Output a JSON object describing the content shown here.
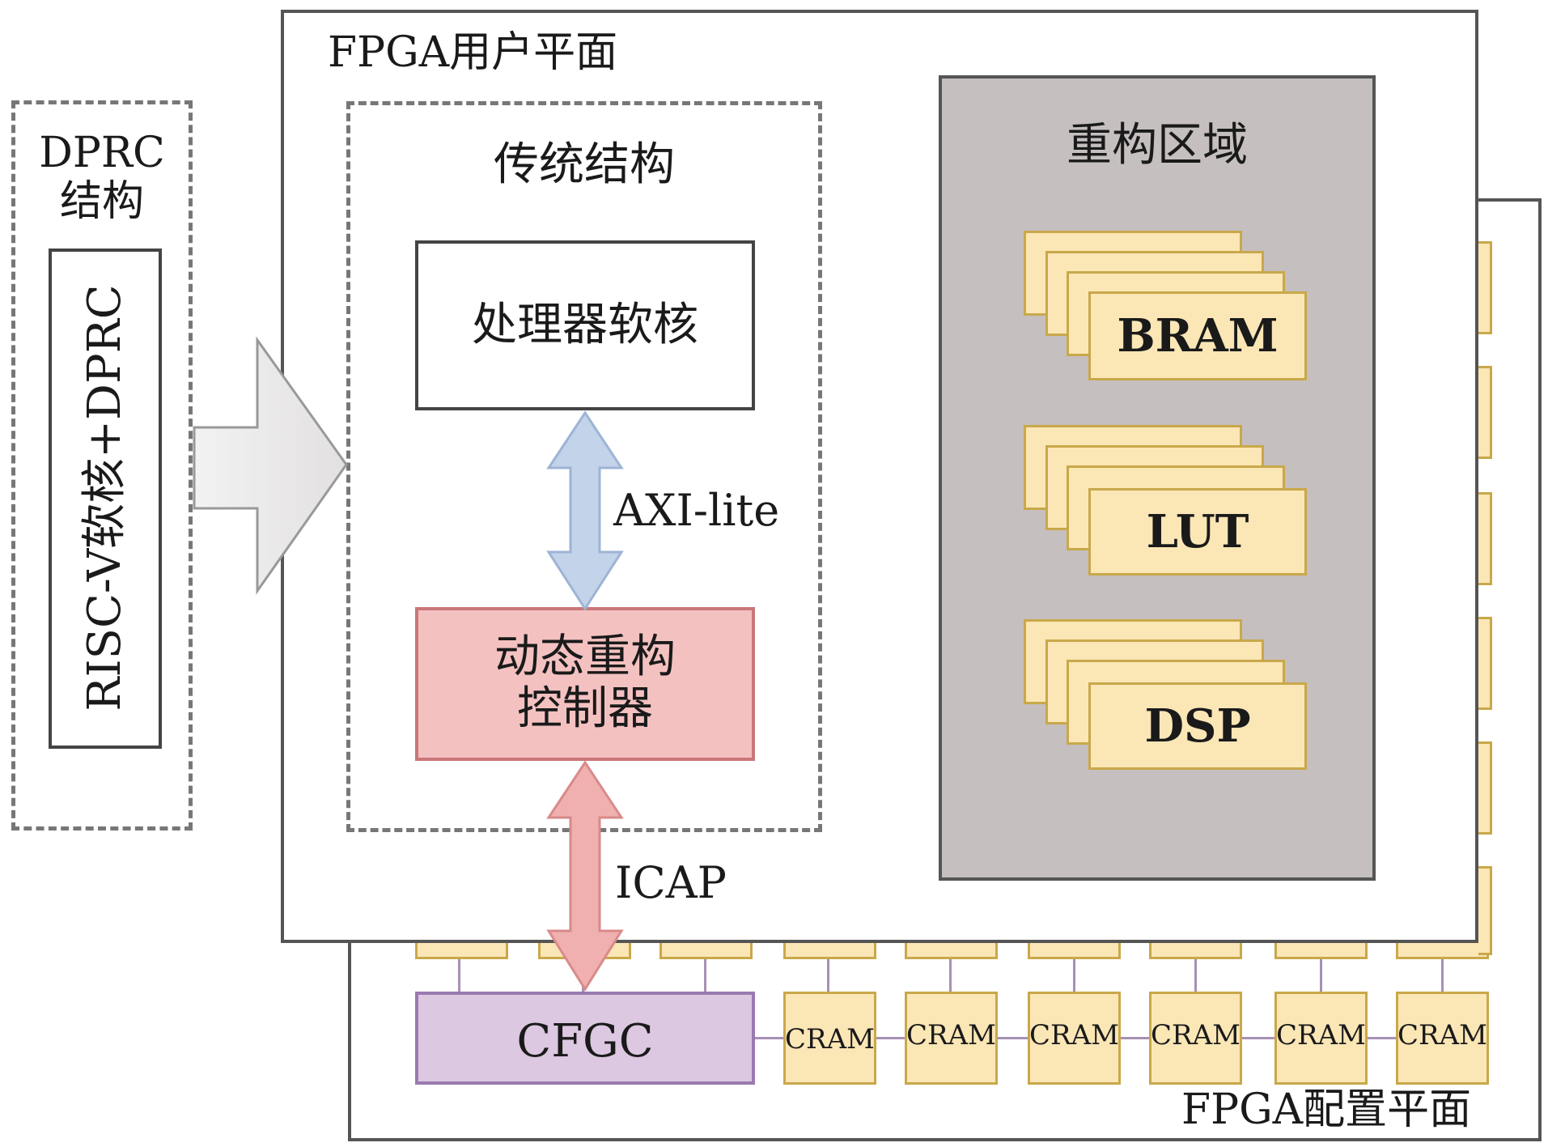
{
  "dprc": {
    "title": "DPRC\n结构",
    "title_line1": "DPRC",
    "title_line2": "结构",
    "inner_label": "RISC-V软核+DPRC"
  },
  "user_plane": {
    "title": "FPGA用户平面"
  },
  "config_plane": {
    "title": "FPGA配置平面"
  },
  "traditional": {
    "title": "传统结构",
    "processor": "处理器软核",
    "controller_line1": "动态重构",
    "controller_line2": "控制器",
    "bus_axi": "AXI-lite",
    "bus_icap": "ICAP"
  },
  "reconfig": {
    "title": "重构区域",
    "resources": [
      "BRAM",
      "LUT",
      "DSP"
    ]
  },
  "config_row": {
    "cfgc": "CFGC",
    "cram": [
      "CRAM",
      "CRAM",
      "CRAM",
      "CRAM",
      "CRAM",
      "CRAM"
    ]
  },
  "colors": {
    "controller_fill": "#f4c1c1",
    "cfgc_fill": "#dcc8e0",
    "cram_fill": "#fbe6b6",
    "reconfig_fill": "#c5bfbf",
    "axi_arrow": "#c2d3ea",
    "icap_arrow": "#f0b0b0"
  }
}
